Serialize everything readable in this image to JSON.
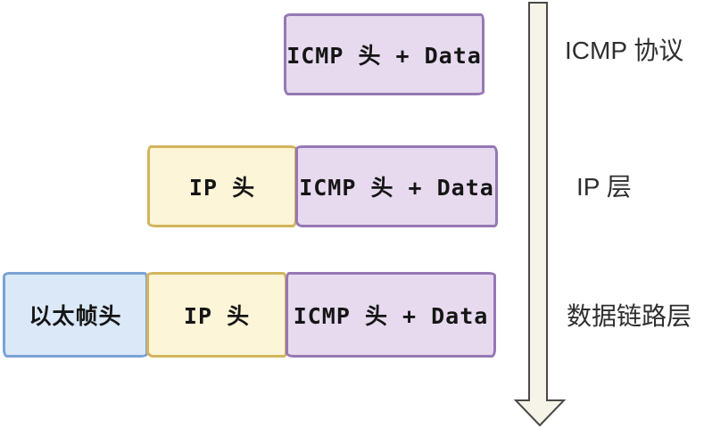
{
  "rows": [
    {
      "label": "ICMP 协议",
      "blocks": [
        {
          "name": "icmp-header-data",
          "text": "ICMP 头 + Data"
        }
      ]
    },
    {
      "label": "IP 层",
      "blocks": [
        {
          "name": "ip-header",
          "text": "IP 头"
        },
        {
          "name": "icmp-header-data",
          "text": "ICMP 头 + Data"
        }
      ]
    },
    {
      "label": "数据链路层",
      "blocks": [
        {
          "name": "ethernet-frame-header",
          "text": "以太帧头"
        },
        {
          "name": "ip-header",
          "text": "IP 头"
        },
        {
          "name": "icmp-header-data",
          "text": "ICMP 头 + Data"
        }
      ]
    }
  ],
  "arrow": {
    "direction": "down"
  },
  "colors": {
    "icmp_fill": "#e7daef",
    "icmp_border": "#9678b4",
    "ip_fill": "#fdf5d7",
    "ip_border": "#d2b55c",
    "eth_fill": "#dae8f8",
    "eth_border": "#7aa2d4",
    "arrow_fill": "#f6f4e8",
    "arrow_border": "#4a4a4a",
    "label_text": "#2f2f2f",
    "block_text": "#151515",
    "background": "#ffffff"
  }
}
